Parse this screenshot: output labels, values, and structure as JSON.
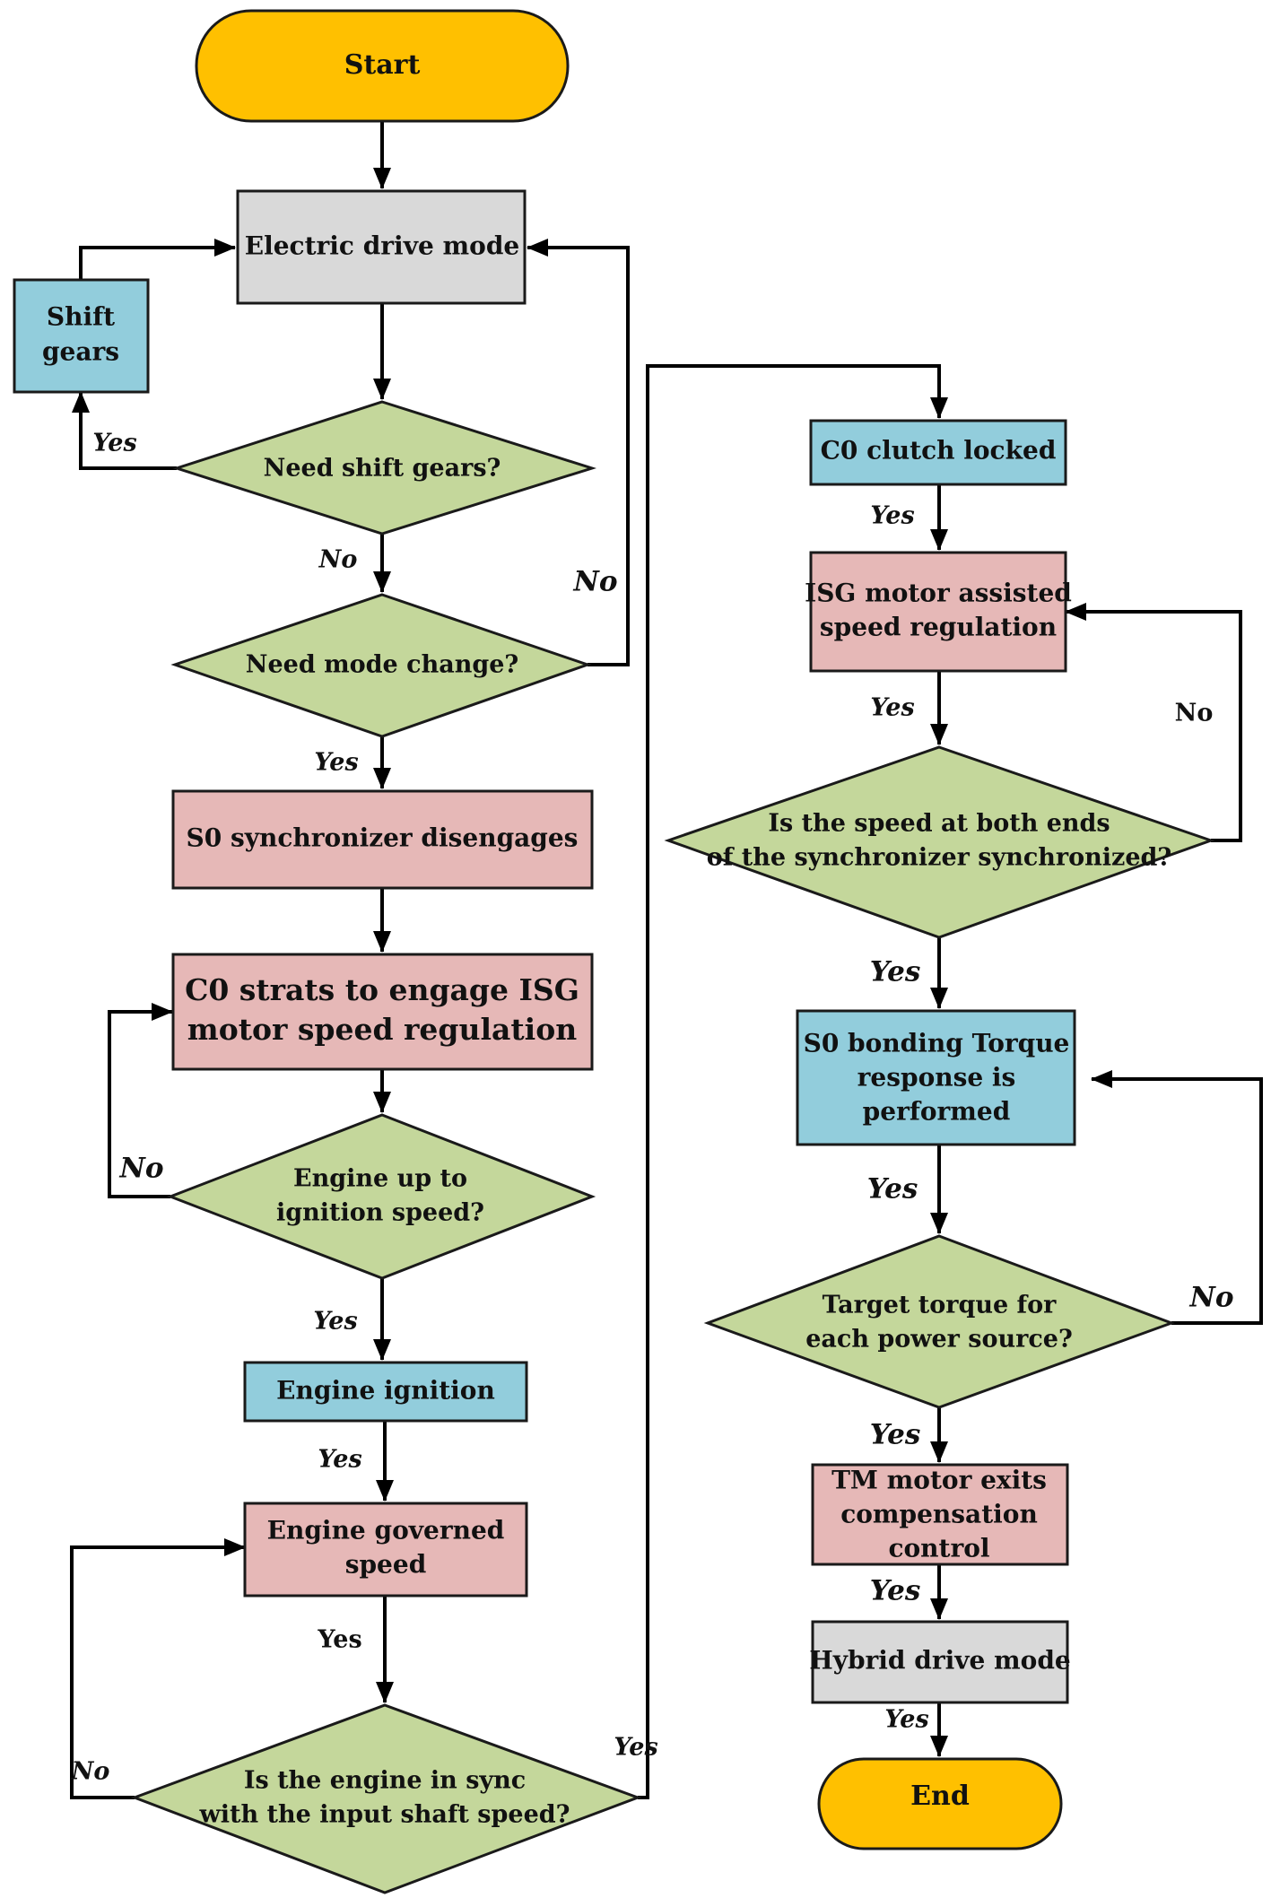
{
  "colors": {
    "terminal": "#FFC000",
    "gray": "#D9D9D9",
    "blue": "#92CDDC",
    "pink": "#E6B8B7",
    "green": "#C4D79B",
    "line": "#000000"
  },
  "nodes": {
    "start": "Start",
    "electric_drive_mode": "Electric drive mode",
    "shift_gears": [
      "Shift",
      "gears"
    ],
    "need_shift_gears": "Need shift gears?",
    "need_mode_change": "Need mode change?",
    "s0_disengages": "S0 synchronizer disengages",
    "c0_engage": [
      "C0 strats to engage ISG",
      "motor speed regulation"
    ],
    "engine_ignition_speed": [
      "Engine up to",
      "ignition speed?"
    ],
    "engine_ignition": "Engine ignition",
    "engine_governed": [
      "Engine governed",
      "speed"
    ],
    "engine_sync": [
      "Is the engine in sync",
      "with the input shaft speed?"
    ],
    "c0_locked": "C0 clutch locked",
    "isg_assisted": [
      "ISG motor assisted",
      "speed regulation"
    ],
    "speed_sync": [
      "Is the speed at both ends",
      "of the synchronizer synchronized?"
    ],
    "s0_bonding": [
      "S0 bonding Torque",
      "response is",
      "performed"
    ],
    "target_torque": [
      "Target torque for",
      "each power source?"
    ],
    "tm_exits": [
      "TM motor exits",
      "compensation",
      "control"
    ],
    "hybrid_drive": "Hybrid drive mode",
    "end": "End"
  },
  "edge_labels": {
    "yes": "Yes",
    "no": "No"
  }
}
